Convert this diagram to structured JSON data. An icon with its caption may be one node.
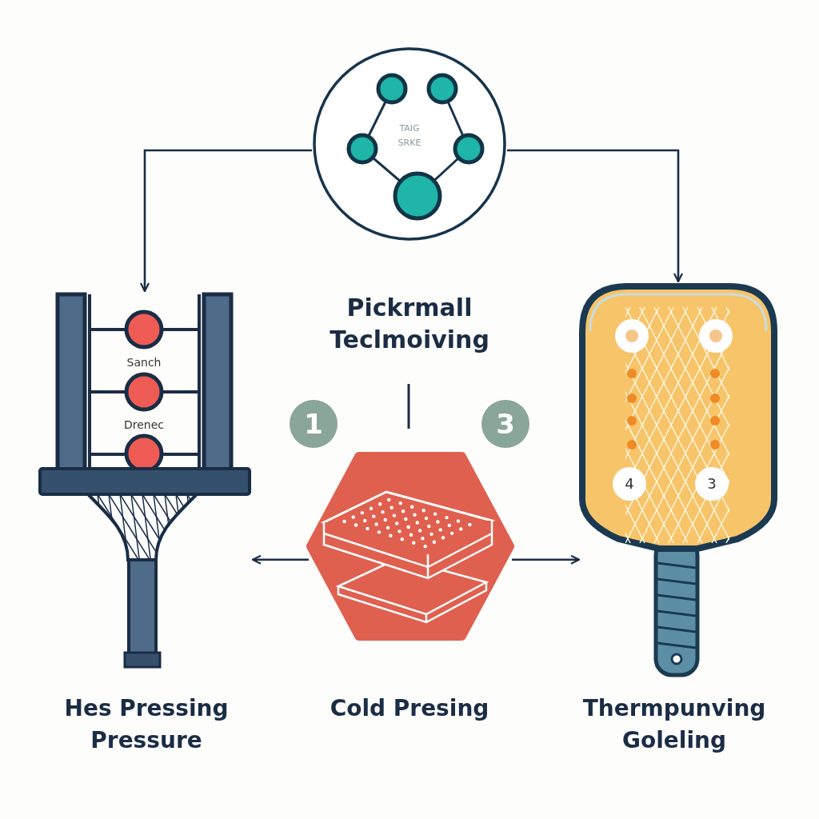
{
  "diagram": {
    "nodes": [
      {
        "text": [
          "TAIG SRKE"
        ]
      },
      {
        "text": [
          "Sanch",
          "Drenec"
        ],
        "beside": [
          "Hes Pressing Pressure"
        ]
      },
      {
        "text": [],
        "shape": "picture"
      },
      {
        "text": [
          "4",
          "3"
        ],
        "beside": [
          "Thermpunving Goleling"
        ]
      }
    ],
    "edges": [
      {
        "from": 0,
        "to": 1,
        "arrow": "to"
      },
      {
        "from": 0,
        "to": 3,
        "arrow": "to"
      },
      {
        "from": 2,
        "to": 1,
        "arrow": "to"
      },
      {
        "from": 2,
        "to": 3,
        "arrow": "to"
      }
    ],
    "labels": [
      "Pickrmall Teclmoiving",
      "1",
      "3",
      "Cold Presing"
    ]
  }
}
